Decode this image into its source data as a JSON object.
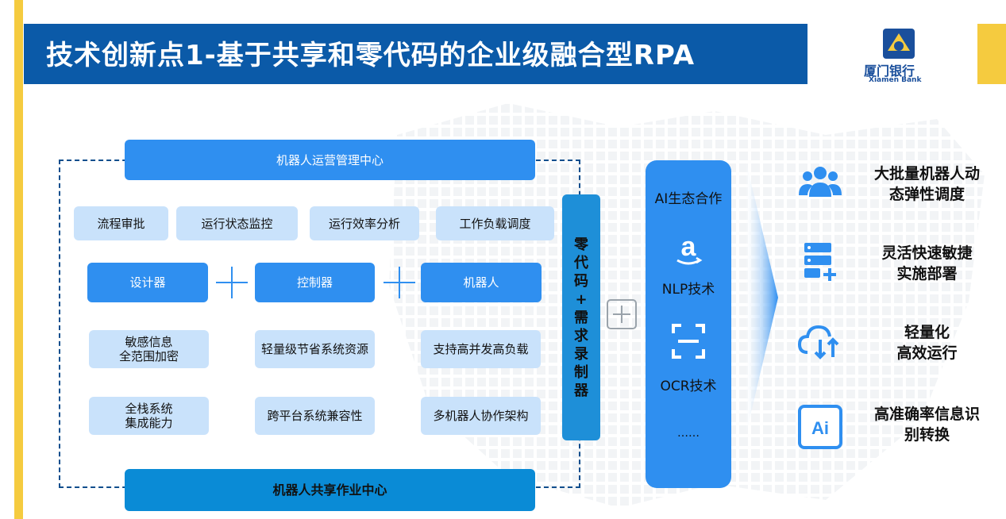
{
  "title": "技术创新点1-基于共享和零代码的企业级融合型RPA",
  "logo": {
    "name": "厦门银行",
    "subtitle": "Xiamen Bank"
  },
  "diagram": {
    "top_center": "机器人运营管理中心",
    "functions": [
      "流程审批",
      "运行状态监控",
      "运行效率分析",
      "工作负载调度"
    ],
    "components": [
      "设计器",
      "控制器",
      "机器人"
    ],
    "features_row1": [
      "敏感信息\n全范围加密",
      "轻量级节省系统资源",
      "支持高并发高负载"
    ],
    "features_row2": [
      "全栈系统\n集成能力",
      "跨平台系统兼容性",
      "多机器人协作架构"
    ],
    "bottom_center": "机器人共享作业中心",
    "vertical_label": [
      "零",
      "代",
      "码",
      "+",
      "需",
      "求",
      "录",
      "制",
      "器"
    ]
  },
  "ai_panel": {
    "title": "AI生态合作",
    "nlp": "NLP技术",
    "ocr": "OCR技术",
    "more": "……"
  },
  "benefits": [
    {
      "icon": "users-group-icon",
      "text": "大批量机器人动\n态弹性调度"
    },
    {
      "icon": "server-add-icon",
      "text": "灵活快速敏捷\n实施部署"
    },
    {
      "icon": "cloud-transfer-icon",
      "text": "轻量化\n高效运行"
    },
    {
      "icon": "ai-chip-icon",
      "text": "高准确率信息识\n别转换"
    }
  ],
  "colors": {
    "title_bar": "#0b5aa8",
    "accent_blue": "#2f8ff0",
    "light_blue": "#c9e2fb",
    "gold": "#f5cb3f"
  }
}
